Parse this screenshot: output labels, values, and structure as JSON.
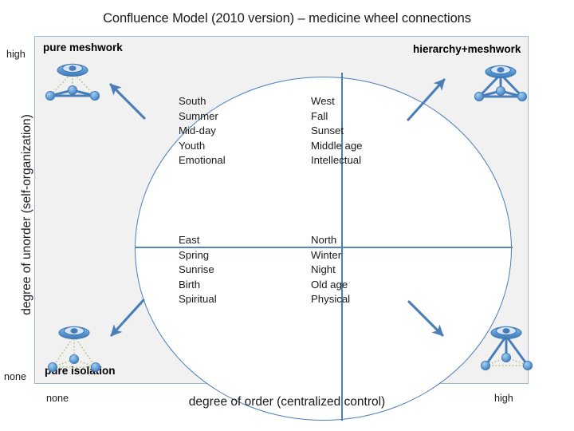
{
  "title": "Confluence Model (2010 version) – medicine wheel connections",
  "axes": {
    "x_title": "degree of order (centralized control)",
    "y_title": "degree of unorder (self-organization)",
    "x_ticks": {
      "left": "none",
      "right": "high"
    },
    "y_ticks": {
      "bottom": "none",
      "top": "high"
    }
  },
  "corner_labels": {
    "top_left": "pure meshwork",
    "top_right": "hierarchy+meshwork",
    "bottom_left": "pure isolation",
    "bottom_right": ""
  },
  "quadrants": {
    "top_left": {
      "name": "south-quadrant",
      "items": [
        "South",
        "Summer",
        "Mid-day",
        "Youth",
        "Emotional"
      ]
    },
    "top_right": {
      "name": "west-quadrant",
      "items": [
        "West",
        "Fall",
        "Sunset",
        "Middle age",
        "Intellectual"
      ]
    },
    "bottom_left": {
      "name": "east-quadrant",
      "items": [
        "East",
        "Spring",
        "Sunrise",
        "Birth",
        "Spiritual"
      ]
    },
    "bottom_right": {
      "name": "north-quadrant",
      "items": [
        "North",
        "Winter",
        "Night",
        "Old age",
        "Physical"
      ]
    }
  },
  "icons": [
    {
      "name": "pure-meshwork-network-icon",
      "hub_links": "dotted",
      "peer_links": "solid"
    },
    {
      "name": "hierarchy-meshwork-network-icon",
      "hub_links": "solid",
      "peer_links": "solid"
    },
    {
      "name": "pure-isolation-network-icon",
      "hub_links": "dotted",
      "peer_links": "dotted"
    },
    {
      "name": "pure-hierarchy-network-icon",
      "hub_links": "solid",
      "peer_links": "dotted"
    }
  ],
  "arrows": [
    {
      "name": "arrow-to-pure-meshwork",
      "direction": "up-left"
    },
    {
      "name": "arrow-to-hierarchy-meshwork",
      "direction": "up-right"
    },
    {
      "name": "arrow-to-pure-isolation",
      "direction": "down-left"
    },
    {
      "name": "arrow-to-pure-hierarchy",
      "direction": "down-right"
    }
  ],
  "colors": {
    "accent_blue": "#4a7ebb",
    "node_blue": "#5b9bd5",
    "panel_gray": "#f1f1f1",
    "dotted_olive": "#b3bf7f",
    "text": "#1a1a1a"
  }
}
